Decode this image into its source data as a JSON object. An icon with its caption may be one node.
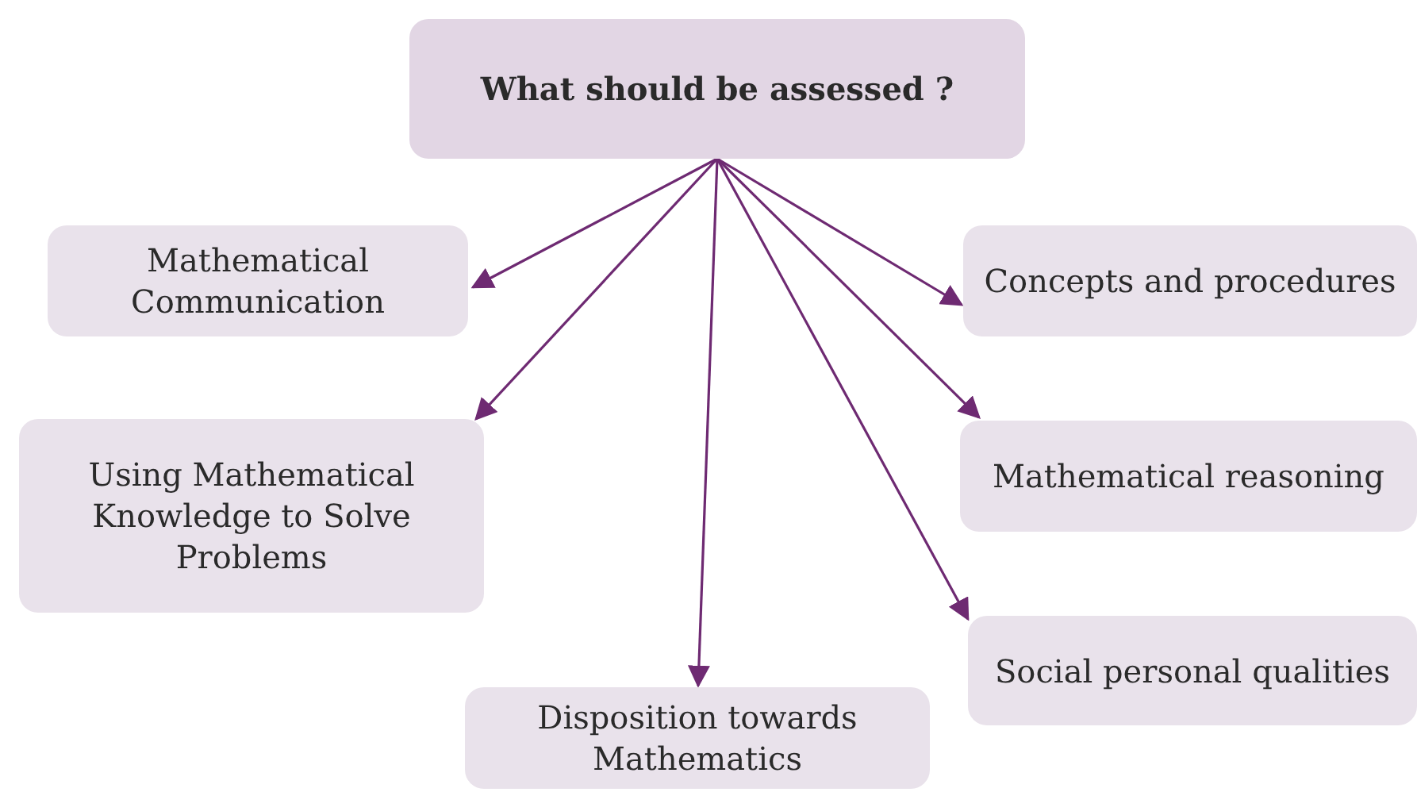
{
  "diagram": {
    "nodes": [
      {
        "text": [
          "What should be assessed ?"
        ]
      },
      {
        "text": [
          "Mathematical Communication"
        ]
      },
      {
        "text": [
          "Using Mathematical Knowledge to Solve Problems"
        ]
      },
      {
        "text": [
          "Disposition towards Mathematics"
        ]
      },
      {
        "text": [
          "Concepts and procedures"
        ]
      },
      {
        "text": [
          "Mathematical reasoning"
        ]
      },
      {
        "text": [
          "Social personal qualities"
        ]
      }
    ],
    "edges": [
      {
        "from": 0,
        "to": 1,
        "arrow": "to"
      },
      {
        "from": 0,
        "to": 2,
        "arrow": "to"
      },
      {
        "from": 0,
        "to": 3,
        "arrow": "to"
      },
      {
        "from": 0,
        "to": 4,
        "arrow": "to"
      },
      {
        "from": 0,
        "to": 5,
        "arrow": "to"
      },
      {
        "from": 0,
        "to": 6,
        "arrow": "to"
      }
    ]
  }
}
